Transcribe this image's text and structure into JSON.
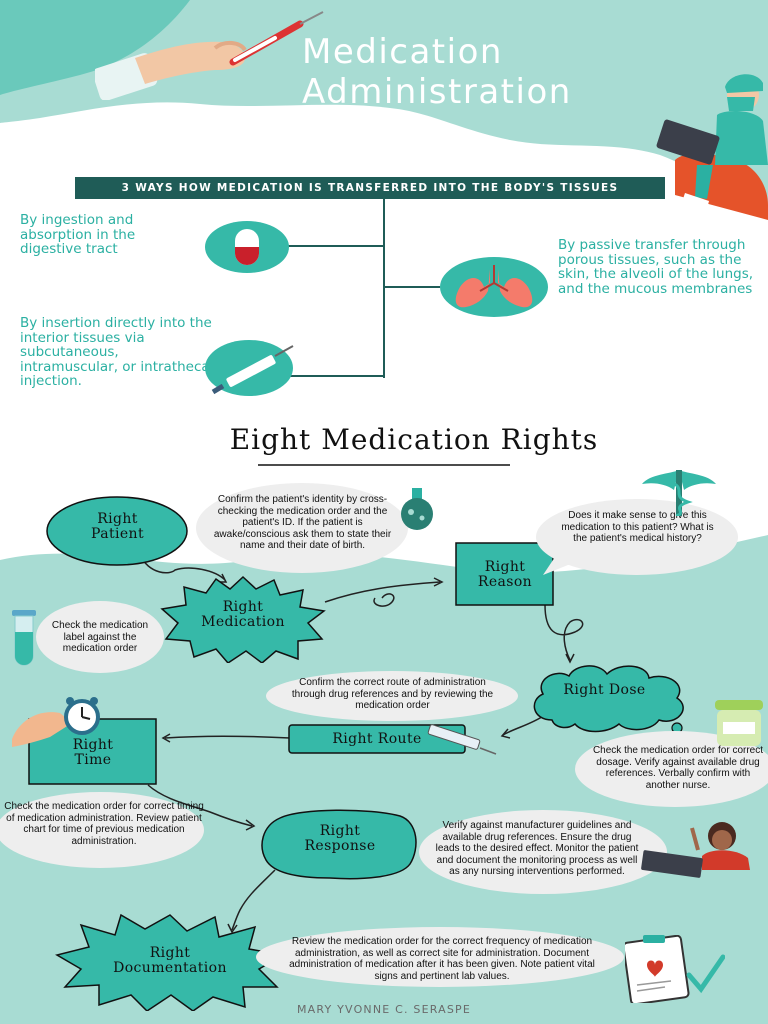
{
  "header": {
    "title_line1": "Medication",
    "title_line2": "Administration"
  },
  "ways": {
    "banner": "3 WAYS HOW MEDICATION IS TRANSFERRED INTO THE BODY'S TISSUES",
    "ingestion": "By ingestion and absorption in the digestive tract",
    "insertion": "By insertion directly into the interior tissues via subcutaneous, intramuscular, or intrathecal injection.",
    "passive": "By passive transfer through porous tissues, such as the skin, the alveoli of the lungs, and the mucous membranes"
  },
  "rights": {
    "title": "Eight Medication Rights",
    "patient_line1": "Right",
    "patient_line2": "Patient",
    "medication_line1": "Right",
    "medication_line2": "Medication",
    "reason_line1": "Right",
    "reason_line2": "Reason",
    "dose": "Right Dose",
    "route": "Right Route",
    "time_line1": "Right",
    "time_line2": "Time",
    "response_line1": "Right",
    "response_line2": "Response",
    "documentation_line1": "Right",
    "documentation_line2": "Documentation"
  },
  "notes": {
    "patient": "Confirm the patient's identity by cross-checking the medication order and the patient's ID. If the patient is awake/conscious ask them to state their name and their date of birth.",
    "medication": "Check the medication label against the medication order",
    "reason": "Does it make sense to give this medication to this patient? What is the patient's medical history?",
    "route": "Confirm the correct route of administration through drug references and by reviewing the medication order",
    "dose": "Check the medication order for correct dosage. Verify against available drug references. Verbally confirm with another nurse.",
    "time": "Check the medication order for correct timing of medication administration. Review patient chart for time of previous medication administration.",
    "response": "Verify against manufacturer guidelines and available drug references. Ensure the drug leads to the desired effect. Monitor the patient and document the monitoring process as well as any nursing interventions performed.",
    "documentation": "Review the medication order for the correct frequency of medication administration, as well as correct site for administration. Document administration of medication after it has been given. Note patient vital signs and pertinent lab values."
  },
  "footer": {
    "author": "MARY YVONNE C. SERASPE"
  },
  "colors": {
    "teal": "#36b9a8",
    "light_teal": "#a8dcd3",
    "dark_green": "#1f5c57",
    "bubble_gray": "#eeeeee"
  }
}
